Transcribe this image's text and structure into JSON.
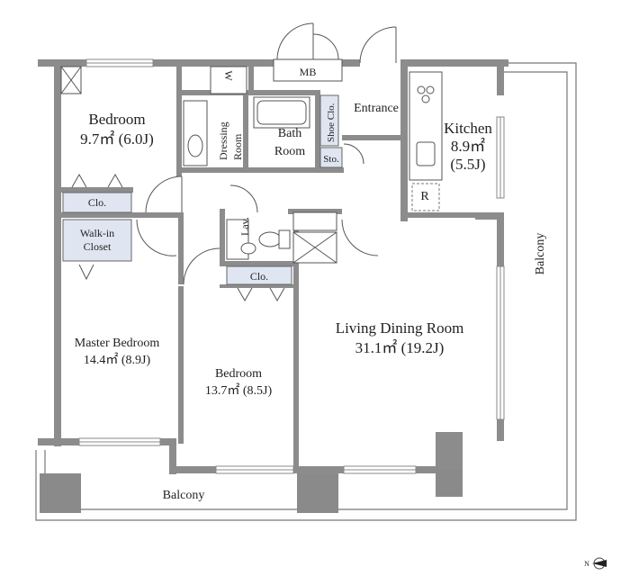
{
  "rooms": {
    "bedroom1": {
      "name": "Bedroom",
      "area": "9.7㎡ (6.0J)"
    },
    "master": {
      "name": "Master Bedroom",
      "area": "14.4㎡ (8.9J)"
    },
    "bedroom2": {
      "name": "Bedroom",
      "area": "13.7㎡ (8.5J)"
    },
    "ldk": {
      "name": "Living Dining Room",
      "area": "31.1㎡ (19.2J)"
    },
    "kitchen": {
      "name": "Kitchen",
      "area1": "8.9㎡",
      "area2": "(5.5J)"
    },
    "bath": {
      "line1": "Bath",
      "line2": "Room"
    },
    "dressing": {
      "line1": "Dressing",
      "line2": "Room"
    },
    "entrance": "Entrance",
    "walkin": {
      "line1": "Walk-in",
      "line2": "Closet"
    }
  },
  "labels": {
    "clo1": "Clo.",
    "clo2": "Clo.",
    "lav": "Lav.",
    "mb": "MB",
    "shoe": "Shoe Clo.",
    "sto": "Sto.",
    "w": "W",
    "r": "R",
    "balcony_bottom": "Balcony",
    "balcony_right": "Balcony",
    "north": "N"
  }
}
